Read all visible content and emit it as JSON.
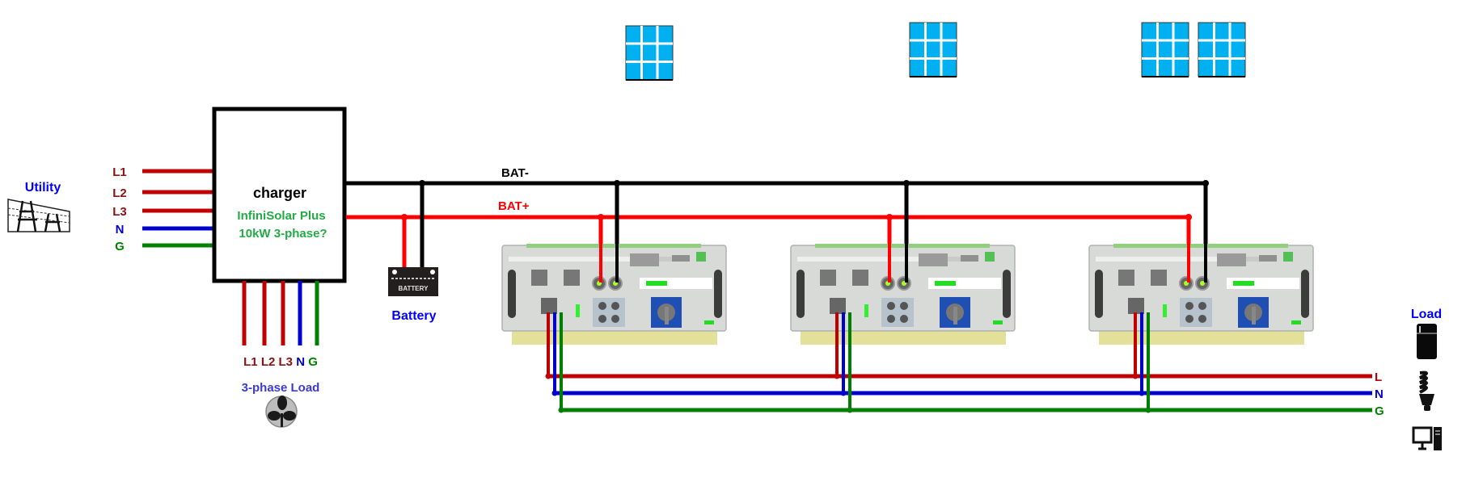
{
  "utility": {
    "label": "Utility",
    "icon": "power-tower-icon"
  },
  "input_lines": [
    {
      "label": "L1",
      "color": "#c00000",
      "label_color": "#8b1010"
    },
    {
      "label": "L2",
      "color": "#c00000",
      "label_color": "#8b1010"
    },
    {
      "label": "L3",
      "color": "#c00000",
      "label_color": "#8b1010"
    },
    {
      "label": "N",
      "color": "#0000cc",
      "label_color": "#0000cc"
    },
    {
      "label": "G",
      "color": "#008000",
      "label_color": "#008000"
    }
  ],
  "charger": {
    "title": "charger",
    "model_line1": "InfiniSolar Plus",
    "model_line2": "10kW 3-phase?",
    "model_color": "#22aa44"
  },
  "output_lines": [
    {
      "label": "L1",
      "color": "#c00000"
    },
    {
      "label": "L2",
      "color": "#c00000"
    },
    {
      "label": "L3",
      "color": "#c00000"
    },
    {
      "label": "N",
      "color": "#0000cc"
    },
    {
      "label": "G",
      "color": "#008000"
    }
  ],
  "three_phase_load": {
    "label": "3-phase Load",
    "icon": "fan-icon"
  },
  "dc_bus": {
    "negative": {
      "label": "BAT-",
      "color": "#000000"
    },
    "positive": {
      "label": "BAT+",
      "color": "#ff0000"
    }
  },
  "battery": {
    "label": "Battery",
    "icon_text": "BATTERY"
  },
  "solar_panels": [
    {
      "name": "panel-1",
      "color": "#00b0f0"
    },
    {
      "name": "panel-2",
      "color": "#00b0f0"
    },
    {
      "name": "panel-3",
      "color": "#00b0f0"
    },
    {
      "name": "panel-4",
      "color": "#00b0f0"
    }
  ],
  "inverters": [
    {
      "name": "inverter-1"
    },
    {
      "name": "inverter-2"
    },
    {
      "name": "inverter-3"
    }
  ],
  "ac_bus": [
    {
      "label": "L",
      "color": "#c00000"
    },
    {
      "label": "N",
      "color": "#0000cc"
    },
    {
      "label": "G",
      "color": "#008000"
    }
  ],
  "load": {
    "label": "Load",
    "icons": [
      "fridge-icon",
      "bulb-icon",
      "computer-icon"
    ]
  },
  "colors": {
    "label_blue": "#0000ff",
    "load_label_blue": "#3a3adc"
  }
}
